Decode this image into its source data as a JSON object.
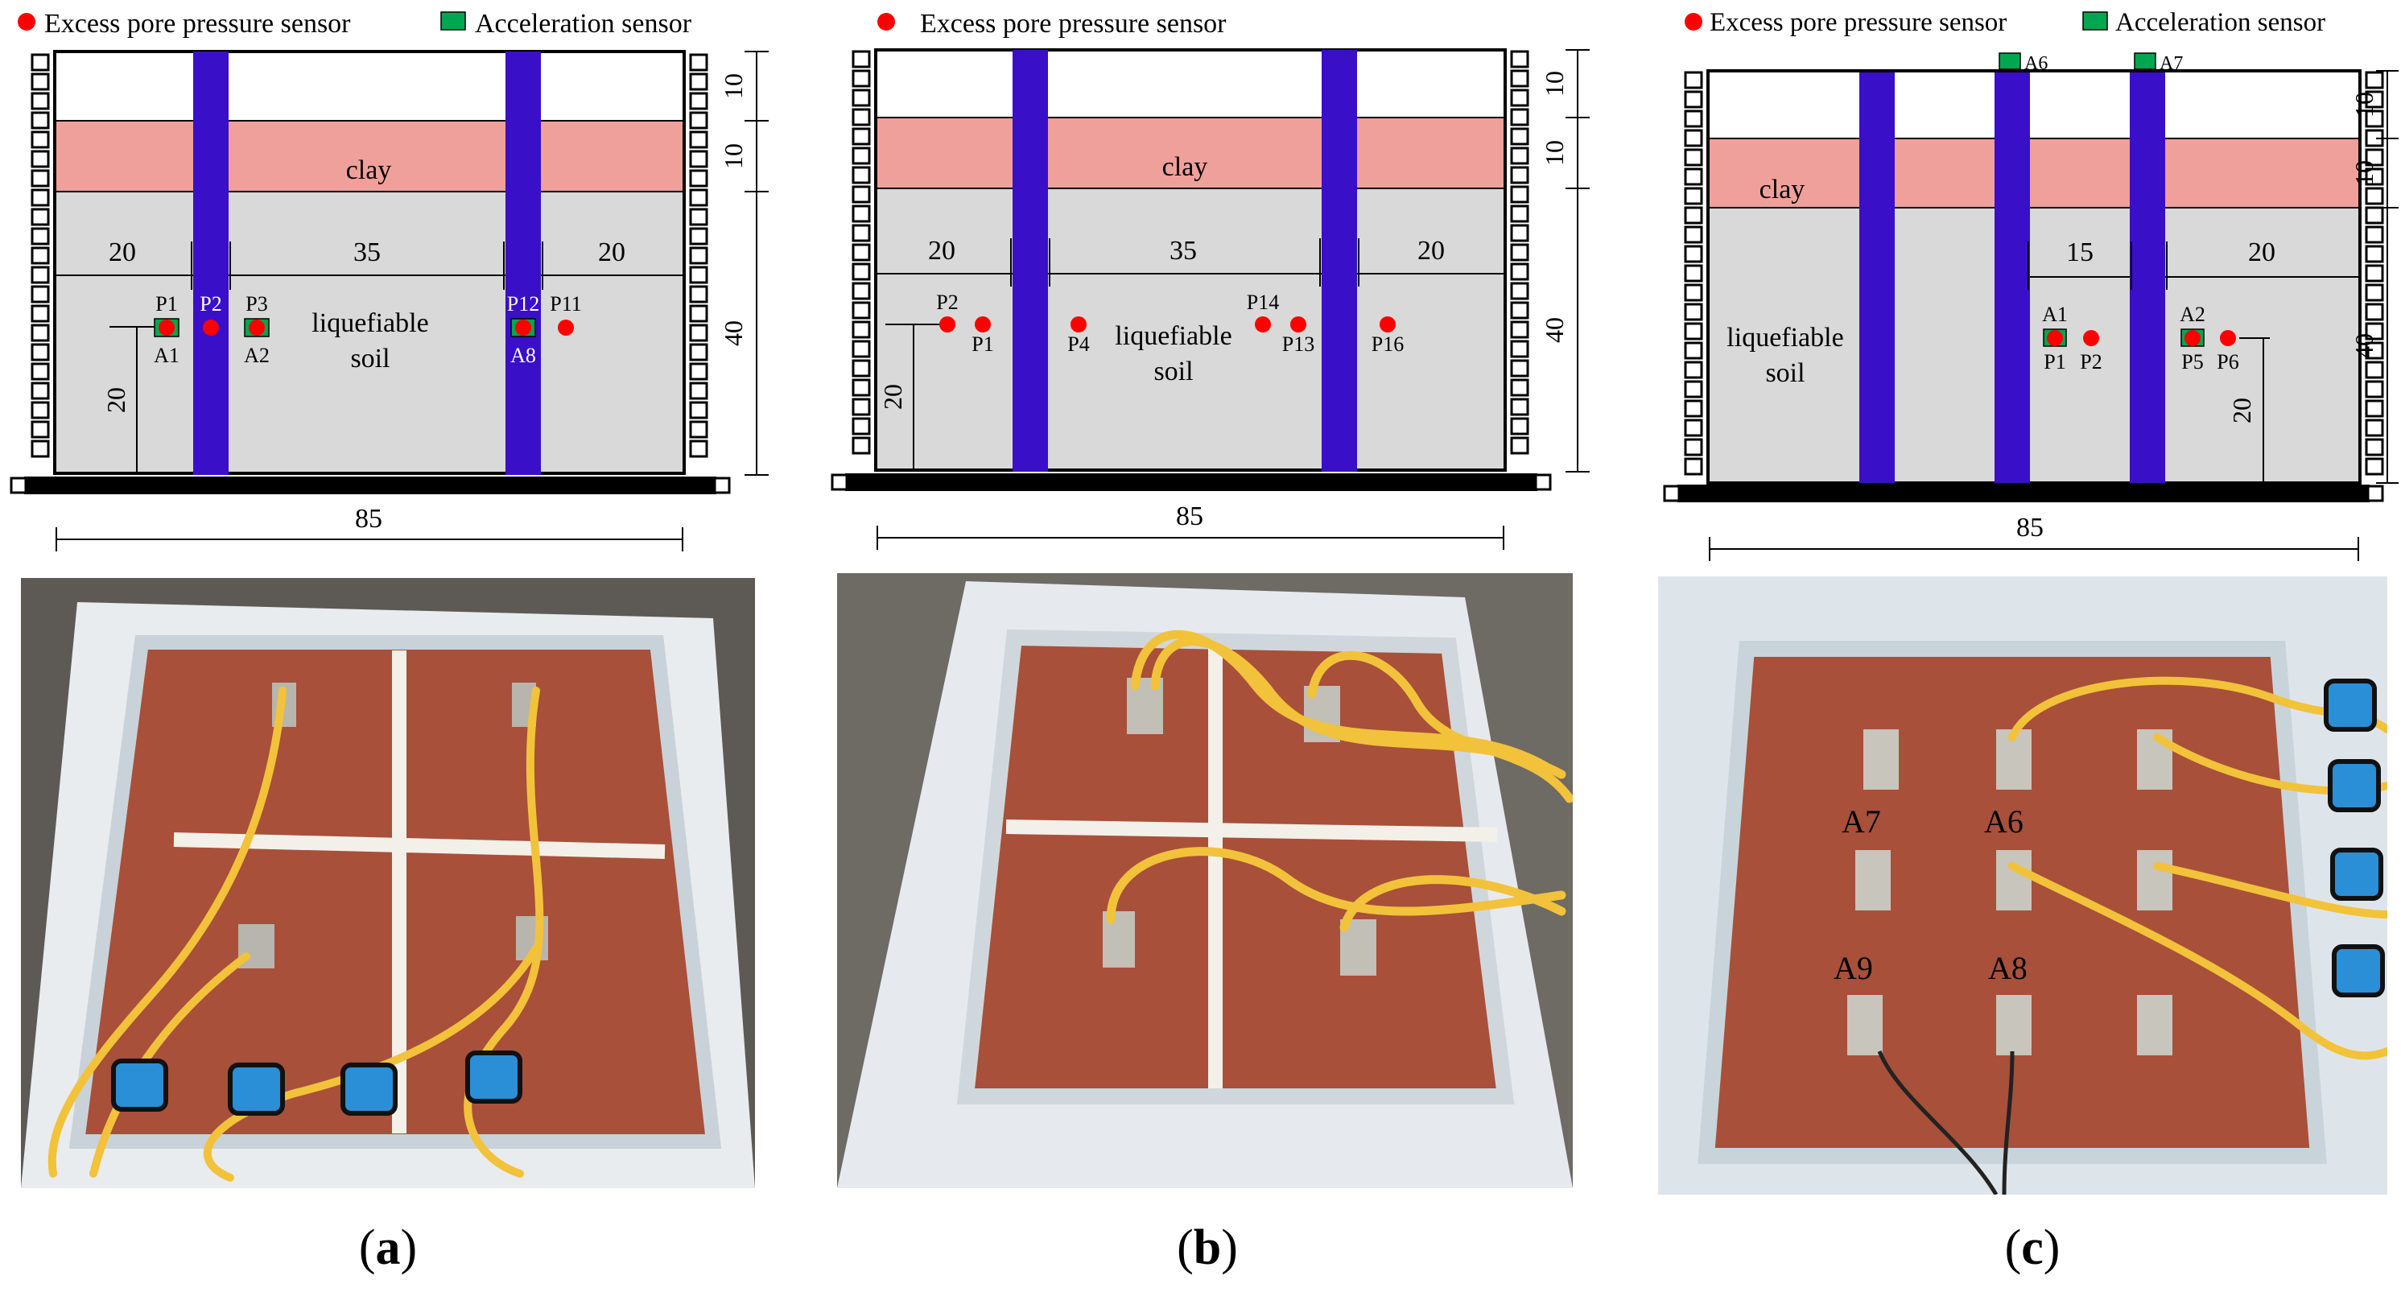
{
  "colors": {
    "pore_sensor": "#ff0000",
    "accel_sensor": "#00a650",
    "clay": "#f0a09a",
    "liquefiable_soil": "#d9d9d9",
    "pile": "#3a0fc8",
    "soil_photo": "#a8503a",
    "hose": "#f2c23a",
    "meter": "#2a8fd6"
  },
  "legend": {
    "pore": "Excess pore pressure sensor",
    "accel": "Acceleration sensor"
  },
  "panels": {
    "a": {
      "caption_open": "(",
      "caption_letter": "a",
      "caption_close": ")",
      "clay": "clay",
      "soil_line1": "liquefiable",
      "soil_line2": "soil",
      "dims": {
        "d1": "20",
        "d2": "35",
        "d3": "20",
        "width": "85",
        "top1": "10",
        "top2": "10",
        "depth": "40",
        "height": "20"
      },
      "sensors": {
        "p1": "P1",
        "p2": "P2",
        "p3": "P3",
        "p12": "P12",
        "p11": "P11",
        "a1": "A1",
        "a2": "A2",
        "a8": "A8"
      }
    },
    "b": {
      "caption_open": "(",
      "caption_letter": "b",
      "caption_close": ")",
      "clay": "clay",
      "soil_line1": "liquefiable",
      "soil_line2": "soil",
      "dims": {
        "d1": "20",
        "d2": "35",
        "d3": "20",
        "width": "85",
        "top1": "10",
        "top2": "10",
        "depth": "40",
        "height": "20"
      },
      "sensors": {
        "p2": "P2",
        "p1": "P1",
        "p4": "P4",
        "p14": "P14",
        "p13": "P13",
        "p16": "P16"
      }
    },
    "c": {
      "caption_open": "(",
      "caption_letter": "c",
      "caption_close": ")",
      "clay": "clay",
      "soil_line1": "liquefiable",
      "soil_line2": "soil",
      "dims": {
        "d1": "15",
        "d2": "20",
        "width": "85",
        "top1": "10",
        "top2": "10",
        "depth": "40",
        "height": "20"
      },
      "sensors": {
        "a6": "A6",
        "a7": "A7",
        "a1": "A1",
        "p1": "P1",
        "p2": "P2",
        "a2": "A2",
        "p5": "P5",
        "p6": "P6"
      },
      "photo_labels": {
        "a7": "A7",
        "a6": "A6",
        "a9": "A9",
        "a8": "A8"
      }
    }
  }
}
